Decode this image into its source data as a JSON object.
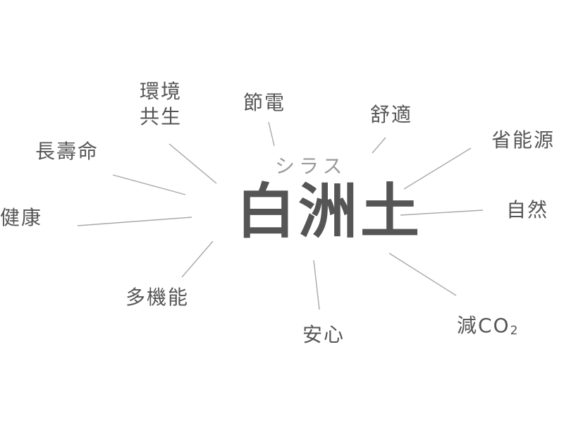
{
  "center": {
    "title": "白洲土",
    "ruby": "シラス"
  },
  "keywords": {
    "kankyo_line1": "環境",
    "kankyo_line2": "共生",
    "setsuden": "節電",
    "joteki": "舒適",
    "shonogen": "省能源",
    "shizen": "自然",
    "gen_co2_main": "減CO",
    "gen_co2_sub": "2",
    "anshin": "安心",
    "takino": "多機能",
    "kenko": "健康",
    "chojumei": "長壽命"
  },
  "colors": {
    "text": "#555555",
    "ruby": "#9a9a9a",
    "rays": "#a8a8a8",
    "background": "#ffffff"
  }
}
